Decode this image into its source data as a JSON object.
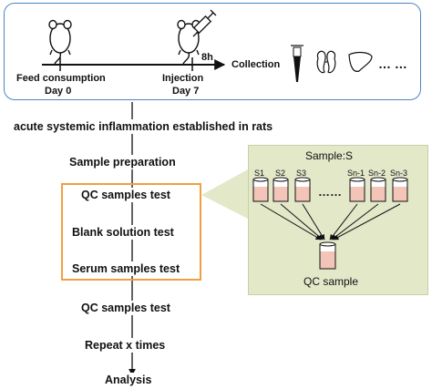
{
  "top": {
    "feed_label": "Feed consumption",
    "day0_label": "Day 0",
    "injection_label": "Injection",
    "day7_label": "Day 7",
    "time_label": "8h",
    "collection_label": "Collection",
    "ellipsis": "… …"
  },
  "flow": {
    "step1": "acute systemic inflammation established in rats",
    "step2": "Sample preparation",
    "step3": "QC samples test",
    "step4": "Blank solution test",
    "step5": "Serum samples test",
    "step6": "QC samples test",
    "step7": "Repeat x times",
    "step8": "Analysis"
  },
  "panel": {
    "title": "Sample:S",
    "tubes": [
      "S1",
      "S2",
      "S3",
      "Sn-1",
      "Sn-2",
      "Sn-3"
    ],
    "dots": "……",
    "qc_label": "QC sample"
  },
  "colors": {
    "frame": "#4a86c5",
    "highlight": "#f0a040",
    "panel_bg": "#e3e8c9",
    "liquid": "#f3c4b8"
  },
  "icons": [
    "rat-icon",
    "syringe-icon",
    "tube-icon",
    "kidney-icon",
    "liver-icon"
  ]
}
